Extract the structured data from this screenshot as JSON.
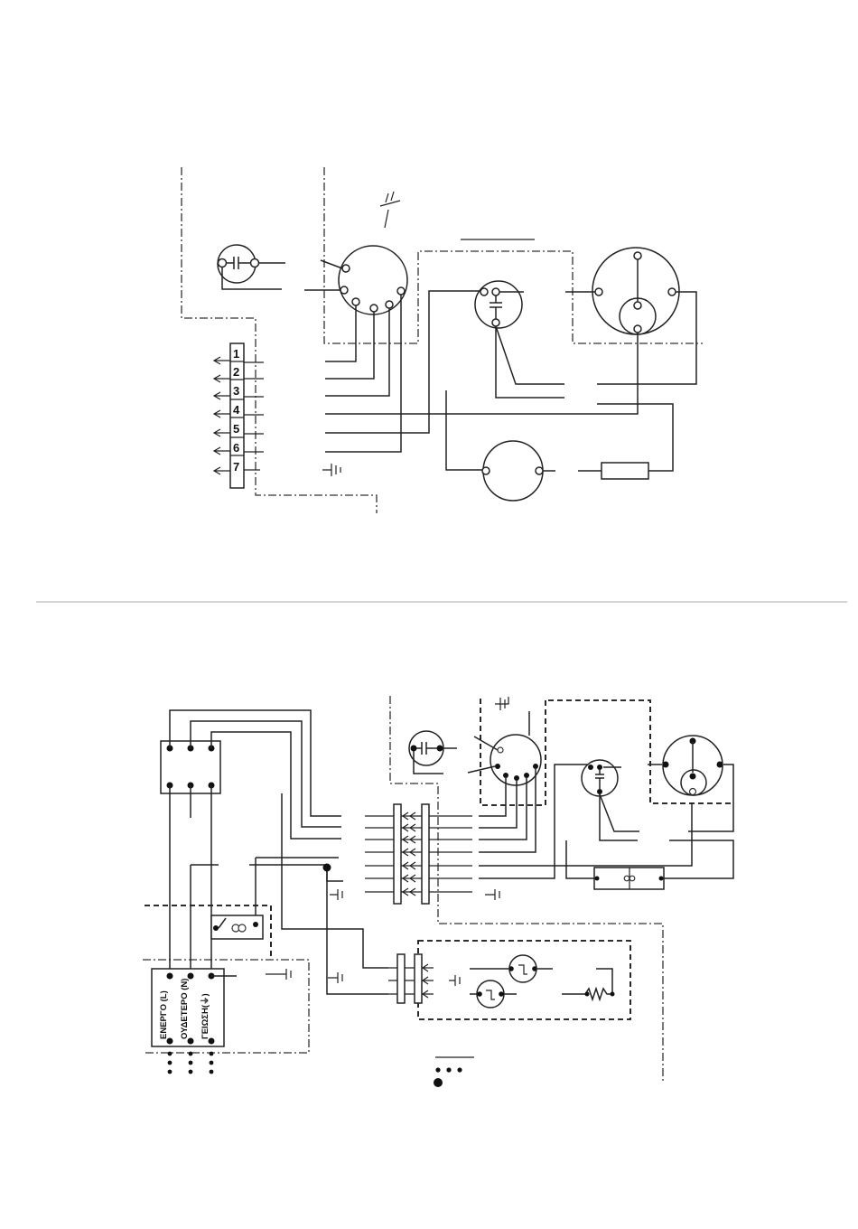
{
  "terminal_strip_top": {
    "numbers": [
      "1",
      "2",
      "3",
      "4",
      "5",
      "6",
      "7"
    ]
  },
  "power_block": {
    "labels": [
      "ΕΝΕΡΓΟ (L)",
      "ΟΥΔΕΤΕΡΟ (N)",
      "ΓΕΙΩΣΗ(⏚)"
    ]
  },
  "colors": {
    "line": "#222222",
    "background": "#ffffff",
    "separator": "#bbbbbb"
  }
}
